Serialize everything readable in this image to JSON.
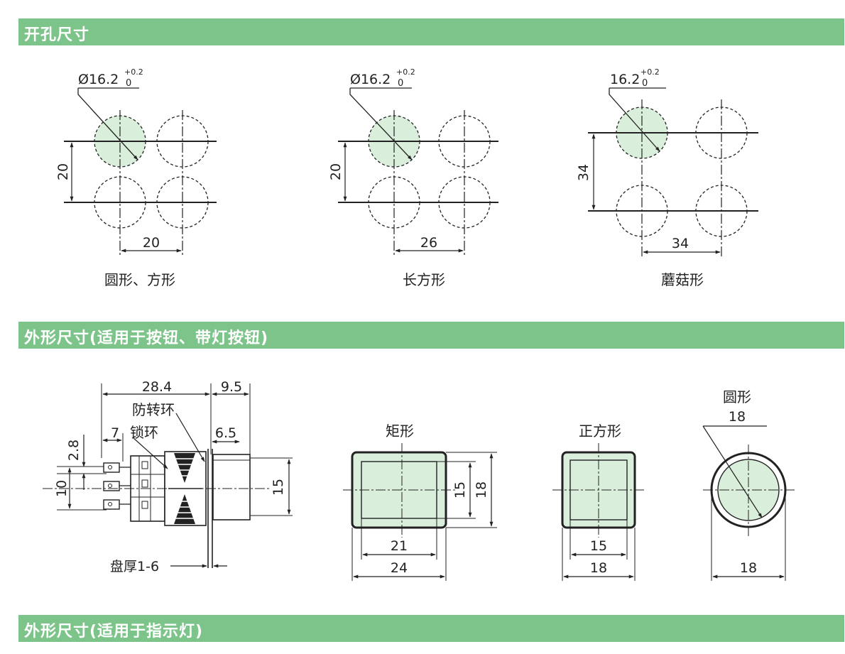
{
  "sections": {
    "cutout_title": "开孔尺寸",
    "outline_button_title": "外形尺寸(适用于按钮、带灯按钮)",
    "outline_indicator_title": "外形尺寸(适用于指示灯)"
  },
  "cutouts": [
    {
      "dia_prefix": "Ø",
      "dia": "16.2",
      "tol_upper": "+0.2",
      "tol_lower": "0",
      "pitch_v": "20",
      "pitch_h": "20",
      "caption": "圆形、方形"
    },
    {
      "dia_prefix": "Ø",
      "dia": "16.2",
      "tol_upper": "+0.2",
      "tol_lower": "0",
      "pitch_v": "20",
      "pitch_h": "26",
      "caption": "长方形"
    },
    {
      "dia_prefix": "",
      "dia": "16.2",
      "tol_upper": "+0.2",
      "tol_lower": "0",
      "pitch_v": "34",
      "pitch_h": "34",
      "caption": "蘑菇形"
    }
  ],
  "side_view": {
    "length": "28.4",
    "head": "9.5",
    "anti_rotation_ring": "防转环",
    "terminal": "7",
    "lock_ring": "锁环",
    "flange": "6.5",
    "pin_pitch": "2.8",
    "pin_span": "10",
    "height": "15",
    "panel_thickness": "盘厚1-6"
  },
  "rect_view": {
    "label": "矩形",
    "inner_w": "21",
    "outer_w": "24",
    "inner_h": "15",
    "outer_h": "18"
  },
  "square_view": {
    "label": "正方形",
    "inner_w": "15",
    "outer_w": "18"
  },
  "round_view": {
    "label": "圆形",
    "dia": "18",
    "outer_w": "18"
  },
  "colors": {
    "banner": "#7cc489",
    "fill": "#d9efdc",
    "line": "#222222"
  }
}
